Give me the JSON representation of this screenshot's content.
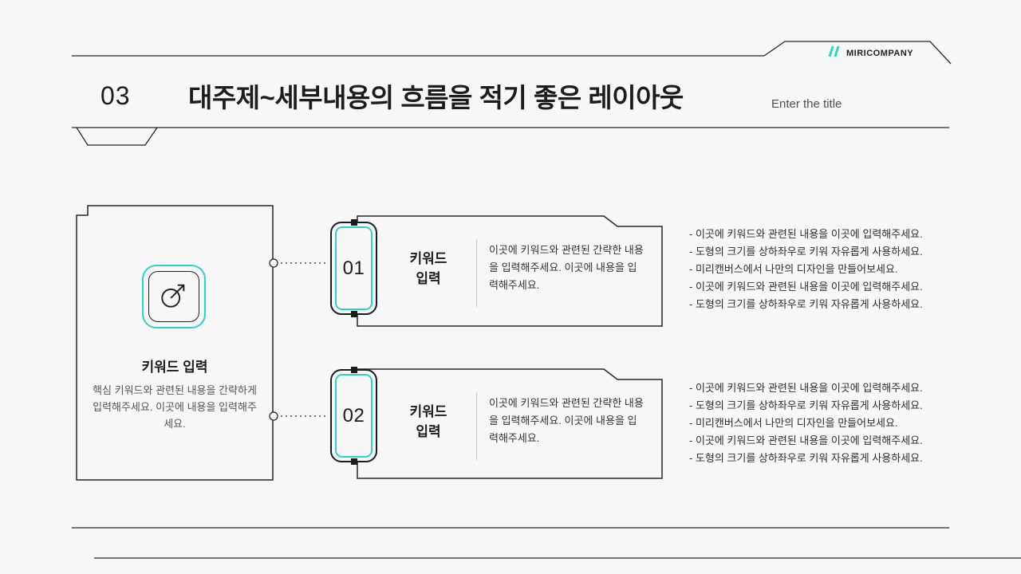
{
  "colors": {
    "accent": "#2ed3c6",
    "ink": "#1c1c1c",
    "muted": "#555555",
    "background": "#f7f7f8"
  },
  "brand": {
    "name": "MIRICOMPANY"
  },
  "slide": {
    "number": "03",
    "title": "대주제~세부내용의 흐름을 적기 좋은 레이아웃",
    "subtitle": "Enter the title"
  },
  "keyword_card": {
    "icon": "chart-arrow-magnifier-icon",
    "title": "키워드 입력",
    "description": "핵심 키워드와 관련된 내용을 간략하게 입력해주세요. 이곳에 내용을 입력해주세요."
  },
  "steps": [
    {
      "number": "01",
      "keyword_lines": [
        "키워드",
        "입력"
      ],
      "body": "이곳에 키워드와 관련된 간략한 내용을 입력해주세요. 이곳에 내용을 입력해주세요.",
      "bullets": [
        "- 이곳에 키워드와 관련된 내용을 이곳에 입력해주세요.",
        "- 도형의 크기를 상하좌우로 키워 자유롭게 사용하세요.",
        "- 미리캔버스에서 나만의 디자인을 만들어보세요.",
        "- 이곳에 키워드와 관련된 내용을 이곳에 입력해주세요.",
        "- 도형의 크기를 상하좌우로 키워 자유롭게 사용하세요."
      ]
    },
    {
      "number": "02",
      "keyword_lines": [
        "키워드",
        "입력"
      ],
      "body": "이곳에 키워드와 관련된 간략한 내용을 입력해주세요. 이곳에 내용을 입력해주세요.",
      "bullets": [
        "- 이곳에 키워드와 관련된 내용을 이곳에 입력해주세요.",
        "- 도형의 크기를 상하좌우로 키워 자유롭게 사용하세요.",
        "- 미리캔버스에서 나만의 디자인을 만들어보세요.",
        "- 이곳에 키워드와 관련된 내용을 이곳에 입력해주세요.",
        "- 도형의 크기를 상하좌우로 키워 자유롭게 사용하세요."
      ]
    }
  ]
}
